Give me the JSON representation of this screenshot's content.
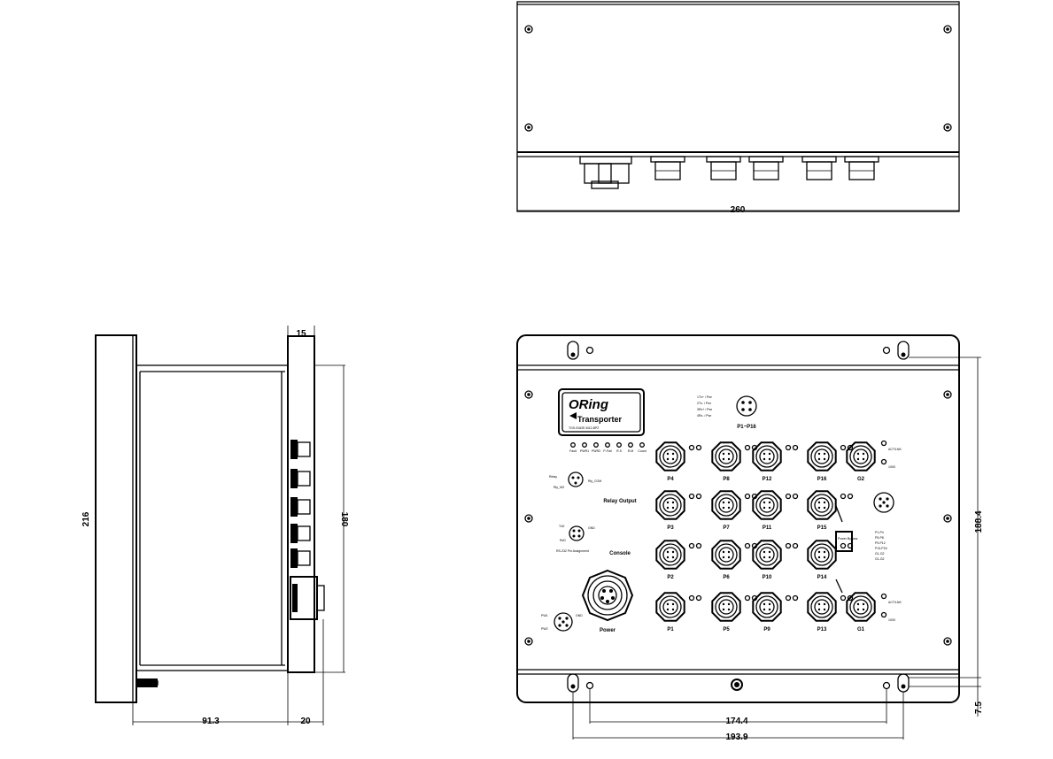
{
  "dimensions": {
    "top_width": "260",
    "side_height": "216",
    "side_inner_height": "180",
    "side_top_offset": "15",
    "side_depth": "91.3",
    "side_connector": "20",
    "front_hole_height": "188.4",
    "front_hole_offset": "7.5",
    "front_inner_span": "174.4",
    "front_outer_span": "193.9"
  },
  "front_panel": {
    "logo": "ORing",
    "product_line": "Transporter",
    "model": "TGS-9162E-M12-BP2",
    "status_labels": [
      "Fault",
      "PWR1",
      "PWR2",
      "P-Fail",
      "R.S",
      "R.M",
      "Coord"
    ],
    "relay_label": "Relay Output",
    "console_label": "Console",
    "power_label": "Power",
    "p1_p16_label": "P1~P16",
    "pin_legend": [
      "1Tx+ / Pwr",
      "2Tx- / Pwr",
      "3Rx+ / Pwr",
      "4Rx- / Pwr"
    ],
    "ports_row1": [
      "P4",
      "P8",
      "P12",
      "P16",
      "G2"
    ],
    "ports_row2": [
      "P3",
      "P7",
      "P11",
      "P15"
    ],
    "ports_row3": [
      "P2",
      "P6",
      "P10",
      "P14"
    ],
    "ports_row4": [
      "P1",
      "P5",
      "P9",
      "P13",
      "G1"
    ],
    "g_led_labels": [
      "ACT/LNK",
      "1000"
    ],
    "bypass_label": "Power Bypass",
    "right_list": [
      "P1-P4",
      "P5-P8",
      "P9-P12",
      "P13-P16",
      "G1-G2",
      "G1-G2"
    ],
    "relay_pins": [
      "Relay",
      "Rly_NO",
      "Rly_COM"
    ],
    "console_pins": [
      "TxD",
      "RxD",
      "GND",
      "RS-232 Pin Assignment"
    ],
    "power_pins": [
      "PW1",
      "PW2",
      "GND"
    ]
  }
}
